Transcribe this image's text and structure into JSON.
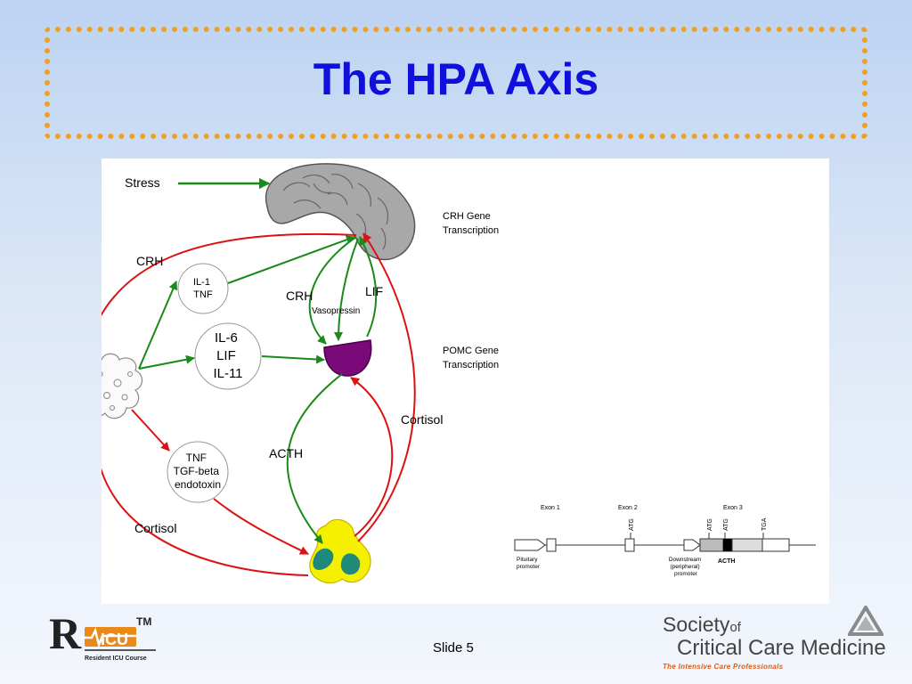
{
  "slide": {
    "title": "The HPA Axis",
    "number_label": "Slide 5"
  },
  "diagram": {
    "stress": "Stress",
    "crh_left": "CRH",
    "crh_center": "CRH",
    "lif_center": "LIF",
    "vasopressin": "Vasopressin",
    "acth": "ACTH",
    "cortisol_right": "Cortisol",
    "cortisol_left": "Cortisol",
    "node_il1": [
      "IL-1",
      "TNF"
    ],
    "node_il6": [
      "IL-6",
      "LIF",
      "IL-11"
    ],
    "node_tnf": [
      "TNF",
      "TGF-beta",
      "endotoxin"
    ],
    "crh_gene": [
      "CRH Gene",
      "Transcription"
    ],
    "pomc_gene": [
      "POMC Gene",
      "Transcription"
    ],
    "colors": {
      "stimulate": "#1a8a1a",
      "inhibit": "#dd1111",
      "pituitary": "#7a0a7a",
      "adrenal": "#f5f000",
      "adrenal_core": "#1f8a7a",
      "brain": "#a8a8a8"
    }
  },
  "gene_map": {
    "exon1": "Exon 1",
    "exon2": "Exon 2",
    "exon3": "Exon 3",
    "atg1": "ATG",
    "atg2": "ATG",
    "atg3": "ATG",
    "tga": "TGA",
    "pituitary_promoter": [
      "Pituitary",
      "promoter"
    ],
    "downstream_promoter": [
      "Downstream",
      "(peripheral)",
      "promoter"
    ],
    "acth": "ACTH"
  },
  "logos": {
    "ricu_mark": "R",
    "ricu_icu": "ICU",
    "ricu_tm": "TM",
    "ricu_caption": "Resident ICU Course",
    "sccm_society": "Society",
    "sccm_of": "of",
    "sccm_name": "Critical Care Medicine",
    "sccm_tagline": "The Intensive Care Professionals"
  }
}
